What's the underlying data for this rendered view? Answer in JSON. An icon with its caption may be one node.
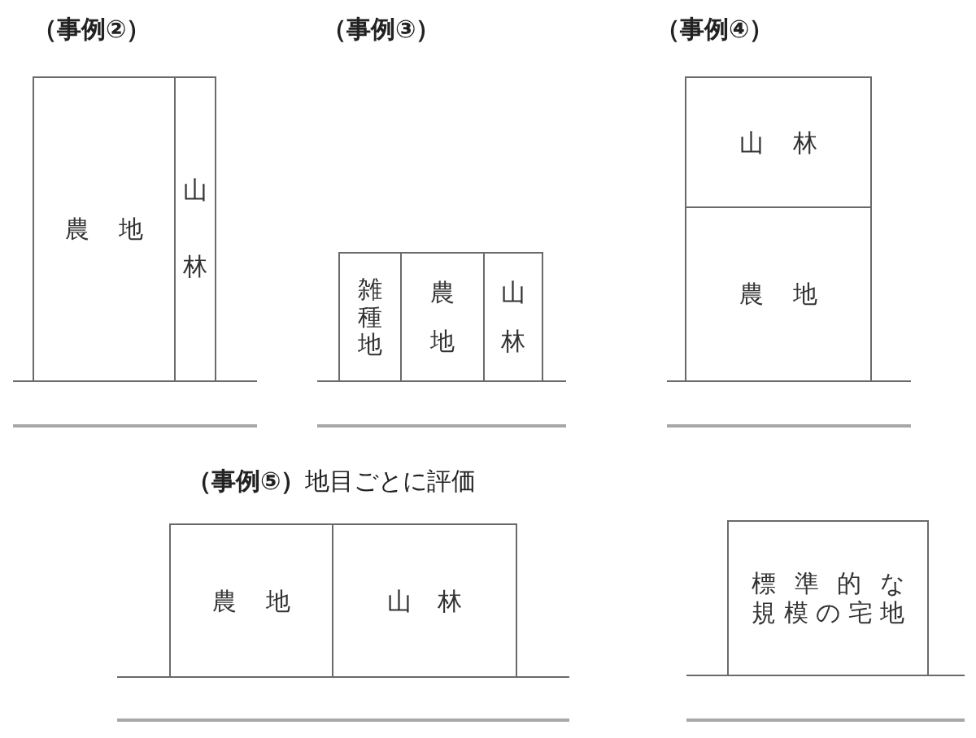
{
  "diagram": {
    "nodes": [
      {
        "text": [
          "農地"
        ]
      },
      {
        "text": [
          "山林"
        ]
      },
      {
        "text": [
          "雑種地"
        ]
      },
      {
        "text": [
          "農地"
        ]
      },
      {
        "text": [
          "山林"
        ]
      },
      {
        "text": [
          "山林"
        ]
      },
      {
        "text": [
          "農地"
        ]
      },
      {
        "text": [
          "農地"
        ]
      },
      {
        "text": [
          "山林"
        ]
      },
      {
        "text": [
          "標準的な規模の宅地"
        ]
      }
    ],
    "labels": [
      "（事例②）",
      "（事例③）",
      "（事例④）",
      "**（事例⑤）**地目ごとに評価"
    ]
  }
}
